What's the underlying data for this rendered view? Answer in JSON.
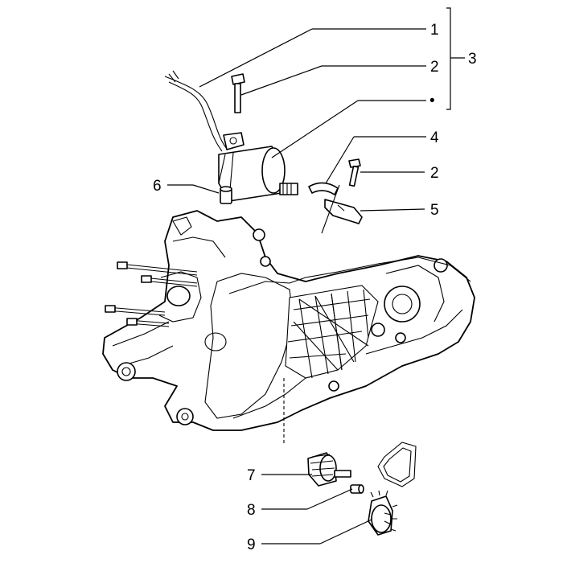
{
  "callouts": {
    "c1": "1",
    "c2a": "2",
    "c3": "3",
    "bullet": "•",
    "c4": "4",
    "c2b": "2",
    "c5": "5",
    "c6": "6",
    "c7": "7",
    "c8": "8",
    "c9": "9"
  }
}
